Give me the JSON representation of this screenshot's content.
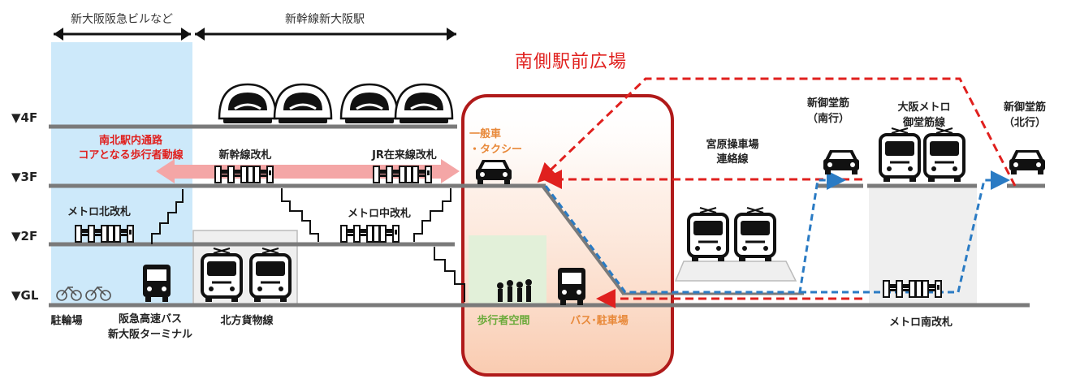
{
  "header": {
    "left_span_label": "新大阪阪急ビルなど",
    "right_span_label": "新幹線新大阪駅"
  },
  "plaza_title": "南側駅前広場",
  "floors": [
    "▼4F",
    "▼3F",
    "▼2F",
    "▼GL"
  ],
  "labels": {
    "core_route_line1": "南北駅内通路",
    "core_route_line2": "コアとなる歩行者動線",
    "shinkansen_gate": "新幹線改札",
    "jr_gate": "JR在来線改札",
    "metro_north_gate": "メトロ北改札",
    "metro_center_gate": "メトロ中改札",
    "general_car_line1": "一般車",
    "general_car_line2": "・タクシー",
    "miyahara_line1": "宮原操車場",
    "miyahara_line2": "連絡線",
    "midosuji_south_line1": "新御堂筋",
    "midosuji_south_line2": "（南行）",
    "osaka_metro_line1": "大阪メトロ",
    "osaka_metro_line2": "御堂筋線",
    "midosuji_north_line1": "新御堂筋",
    "midosuji_north_line2": "（北行）",
    "bicycle_parking": "駐輪場",
    "hankyu_bus_line1": "阪急高速バス",
    "hankyu_bus_line2": "新大阪ターミナル",
    "hoppou_freight": "北方貨物線",
    "pedestrian_space": "歩行者空間",
    "bus_parking": "バス･駐車場",
    "metro_south_gate": "メトロ南改札"
  },
  "colors": {
    "red": "#e0201e",
    "orange": "#e8893a",
    "green": "#6aaa3a",
    "blue_dash": "#2a7bc4",
    "floor_line": "#7a7a7a",
    "light_blue": "#cde9fa"
  }
}
